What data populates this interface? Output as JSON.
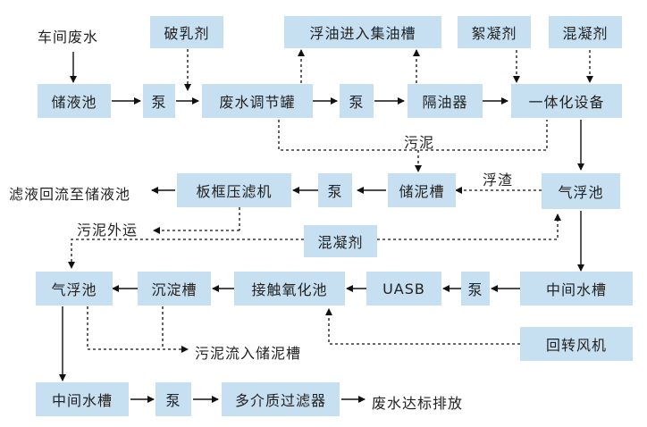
{
  "nodes": {
    "wastewater_source": "车间废水",
    "demulsifier": "破乳剂",
    "oil_to_tank": "浮油进入集油槽",
    "flocculant": "絮凝剂",
    "coagulant_top": "混凝剂",
    "storage_pool": "储液池",
    "pump1": "泵",
    "adjust_tank": "废水调节罐",
    "pump2": "泵",
    "oil_separator": "隔油器",
    "integrated_equipment": "一体化设备",
    "sludge_label": "污泥",
    "scum_label": "浮渣",
    "filtrate_return": "滤液回流至储液池",
    "filter_press": "板框压滤机",
    "pump3": "泵",
    "sludge_tank": "储泥槽",
    "air_float1": "气浮池",
    "sludge_out": "污泥外运",
    "coagulant_mid": "混凝剂",
    "air_float2": "气浮池",
    "sedimentation": "沉淀槽",
    "contact_oxidation": "接触氧化池",
    "uasb": "UASB",
    "pump4": "泵",
    "middle_tank1": "中间水槽",
    "sludge_to_tank": "污泥流入储泥槽",
    "blower": "回转风机",
    "middle_tank2": "中间水槽",
    "pump5": "泵",
    "multi_filter": "多介质过滤器",
    "discharge": "废水达标排放"
  }
}
